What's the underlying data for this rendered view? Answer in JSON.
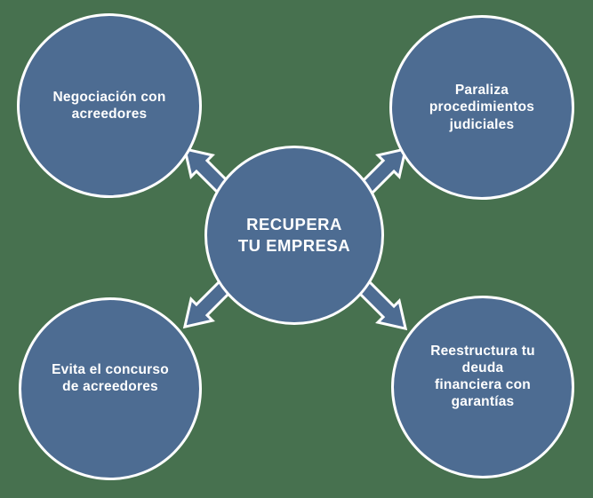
{
  "colors": {
    "background": "#47714f",
    "node-fill": "#4d6c92",
    "node-border": "#ffffff",
    "text": "#ffffff"
  },
  "diagram": {
    "center_node": {
      "lines": [
        "RECUPERA",
        "TU EMPRESA"
      ]
    },
    "nodes": [
      {
        "position": "top-left",
        "lines": [
          "Negociación con",
          "acreedores"
        ]
      },
      {
        "position": "top-right",
        "lines": [
          "Paraliza",
          "procedimientos",
          "judiciales"
        ]
      },
      {
        "position": "bottom-left",
        "lines": [
          "Evita el concurso",
          "de acreedores"
        ]
      },
      {
        "position": "bottom-right",
        "lines": [
          "Reestructura tu",
          "deuda",
          "financiera con",
          "garantías"
        ]
      }
    ],
    "arrows": [
      {
        "direction": "up-left"
      },
      {
        "direction": "up-right"
      },
      {
        "direction": "down-left"
      },
      {
        "direction": "down-right"
      }
    ]
  }
}
